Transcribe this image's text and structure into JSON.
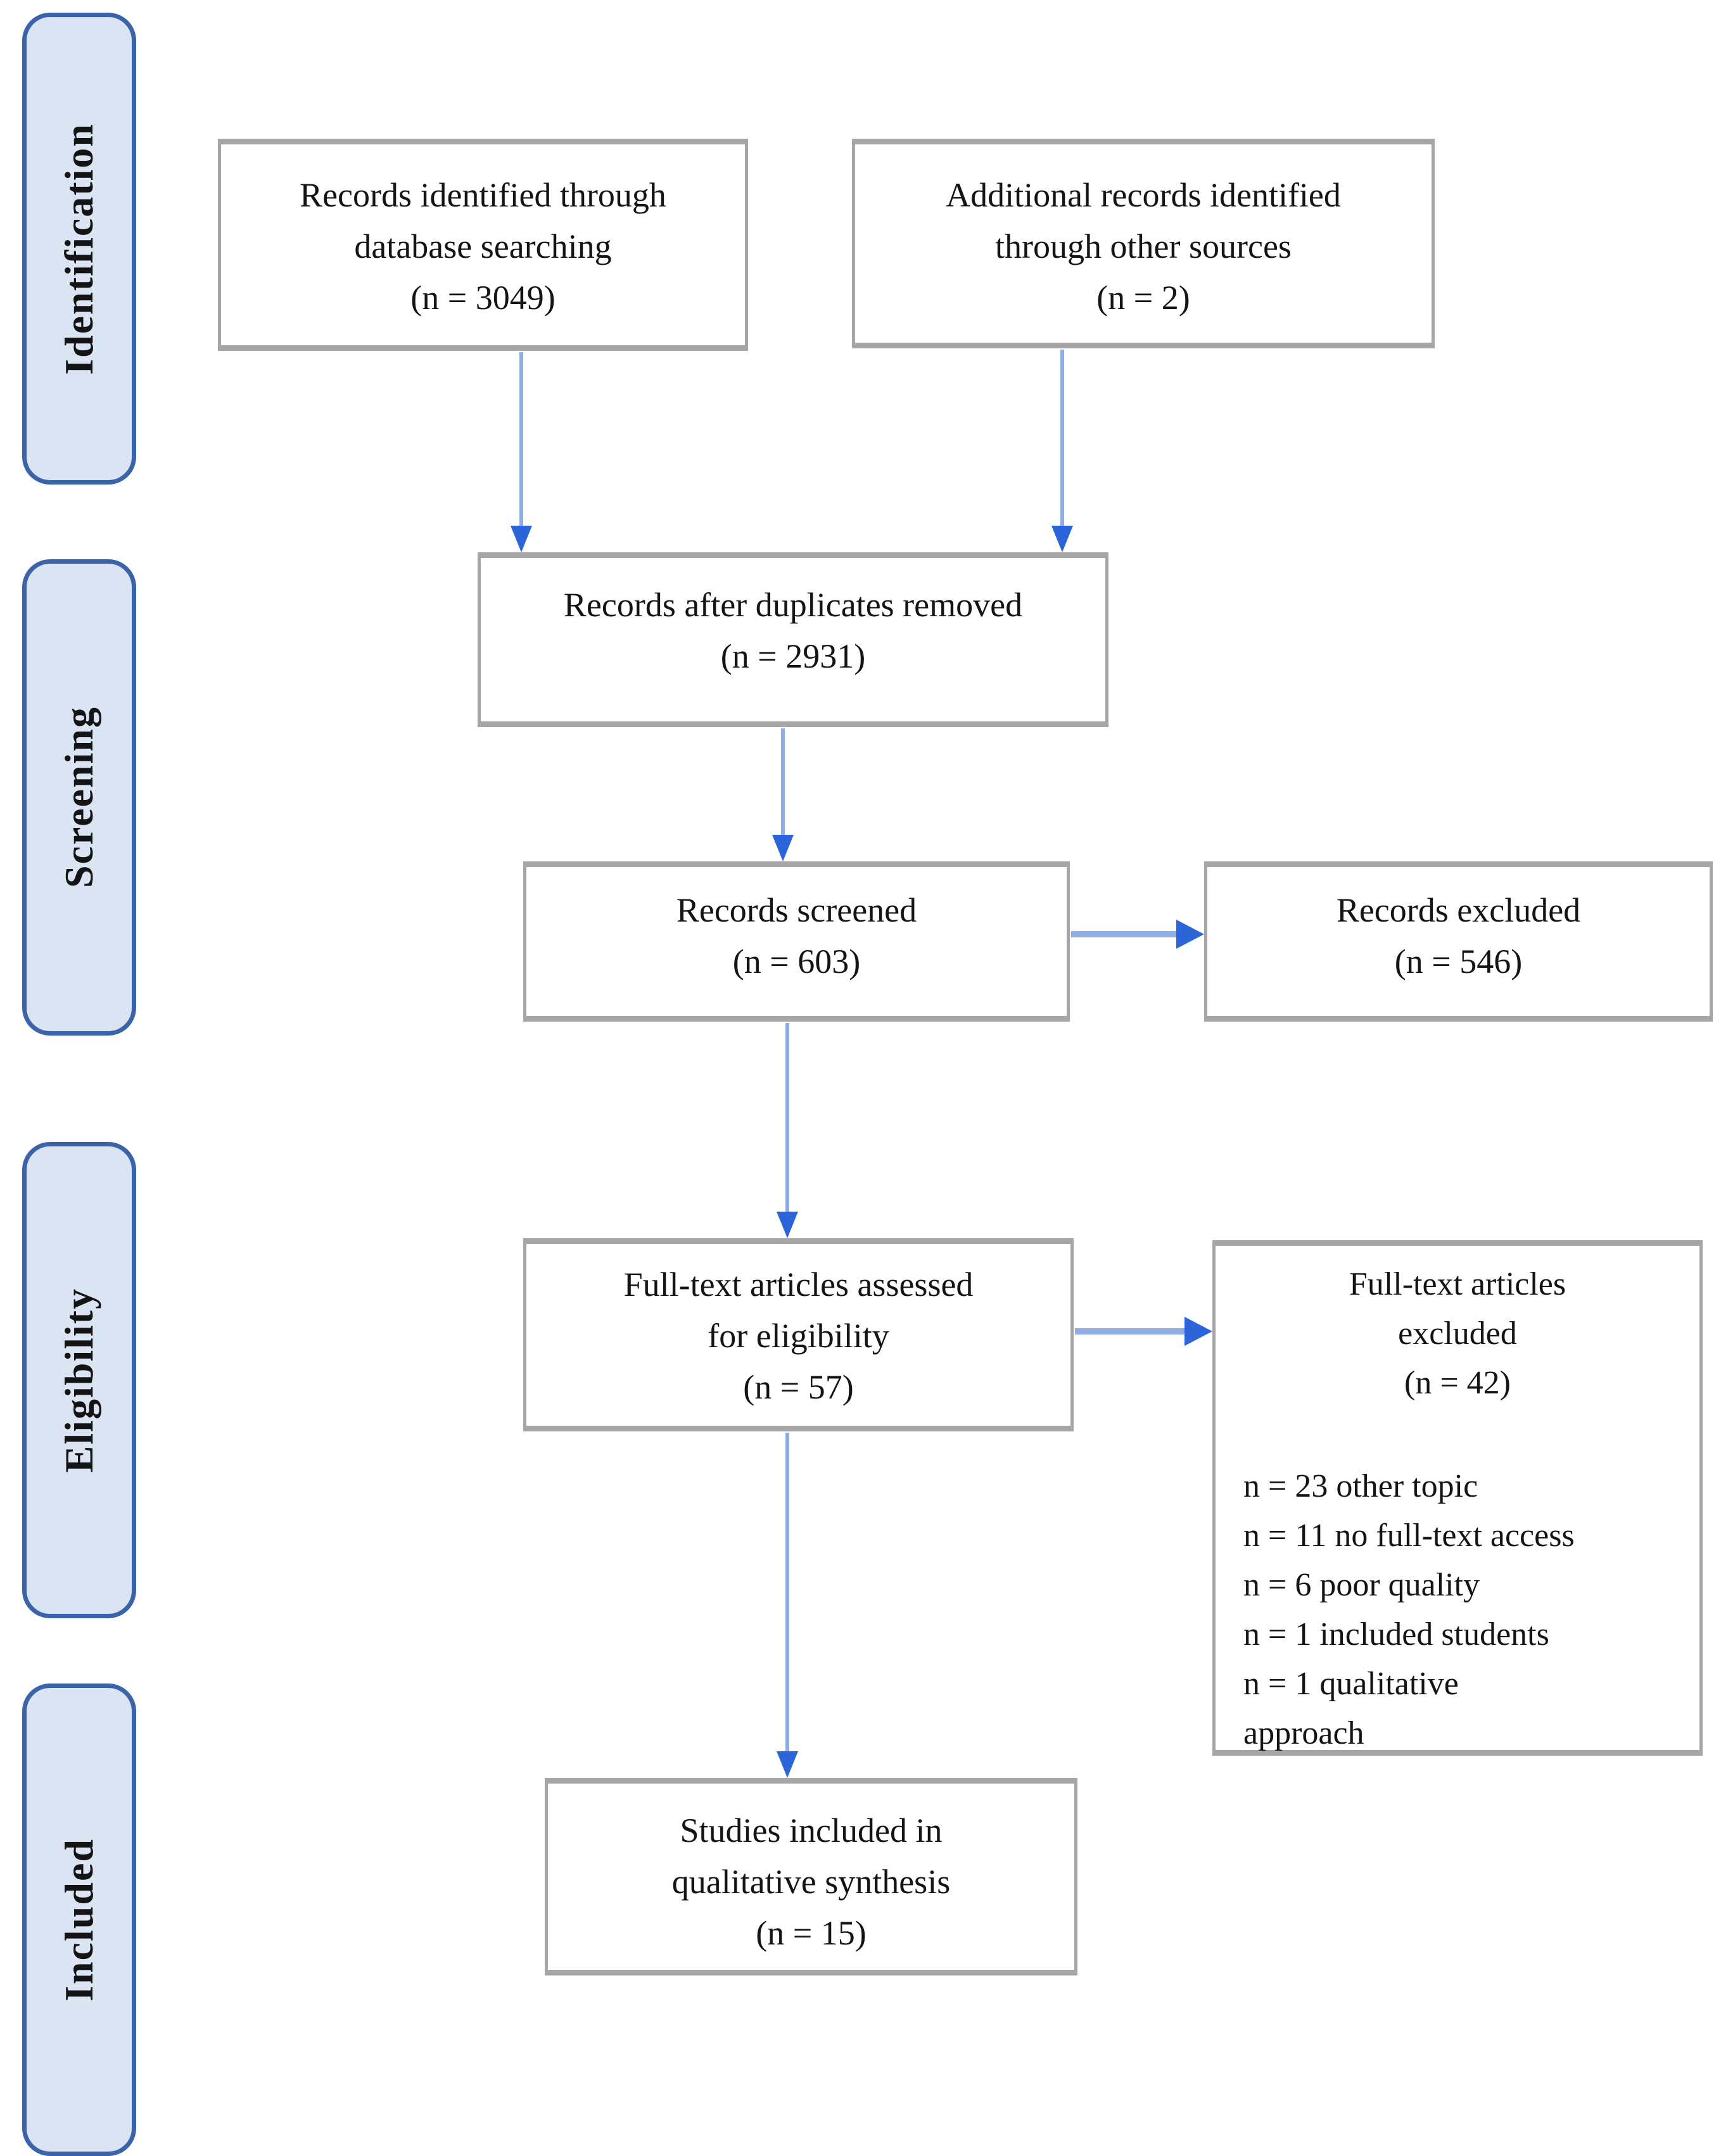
{
  "stages": {
    "identification": "Identification",
    "screening": "Screening",
    "eligibility": "Eligibility",
    "included": "Included"
  },
  "boxes": {
    "records_identified": "Records identified through\ndatabase searching\n(n = 3049)",
    "additional_records": "Additional records identified\nthrough other sources\n(n = 2)",
    "duplicates_removed": "Records after duplicates removed\n(n = 2931)",
    "records_screened": "Records screened\n(n = 603)",
    "records_excluded": "Records excluded\n(n = 546)",
    "fulltext_assessed": "Full-text articles assessed\nfor eligibility\n(n = 57)",
    "fulltext_excluded_header": "Full-text articles\nexcluded\n(n = 42)",
    "fulltext_excluded_reasons": "n = 23 other topic\nn = 11 no full-text access\nn = 6 poor quality\nn = 1 included students\nn = 1 qualitative\napproach",
    "studies_included": "Studies included in\nqualitative synthesis\n(n = 15)"
  },
  "counts": {
    "identified": 3049,
    "additional": 2,
    "after_duplicates": 2931,
    "screened": 603,
    "excluded_screening": 546,
    "fulltext_assessed": 57,
    "fulltext_excluded": 42,
    "excluded_other_topic": 23,
    "excluded_no_fulltext_access": 11,
    "excluded_poor_quality": 6,
    "excluded_included_students": 1,
    "excluded_qualitative_approach": 1,
    "included_qualitative_synthesis": 15
  },
  "colors": {
    "stage_fill": "#dbe4f3",
    "stage_border": "#3a63a9",
    "box_border": "#a6a6a6",
    "arrow_stem": "#8fafe4",
    "arrow_head": "#2b65d9",
    "text_color": "#141414"
  }
}
